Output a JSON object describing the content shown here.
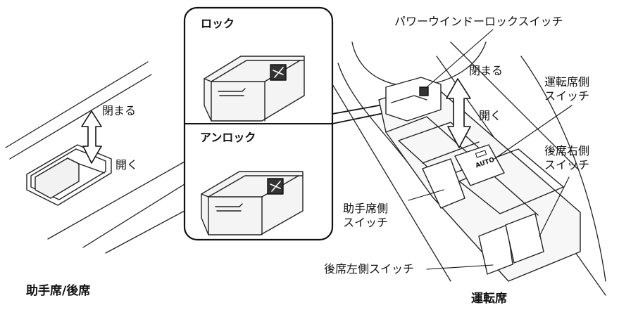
{
  "labels": {
    "lock": "ロック",
    "unlock": "アンロック",
    "power_window_lock_switch": "パワーウインドーロックスイッチ",
    "close_left": "閉まる",
    "open_left": "開く",
    "close_right": "閉まる",
    "open_right": "開く",
    "driver_side_switch": "運転席側\nスイッチ",
    "rear_right_switch": "後席右側\nスイッチ",
    "passenger_side_switch": "助手席側\nスイッチ",
    "rear_left_switch": "後席左側スイッチ",
    "passenger_rear_caption": "助手席/後席",
    "driver_caption": "運転席",
    "auto": "AUTO"
  }
}
